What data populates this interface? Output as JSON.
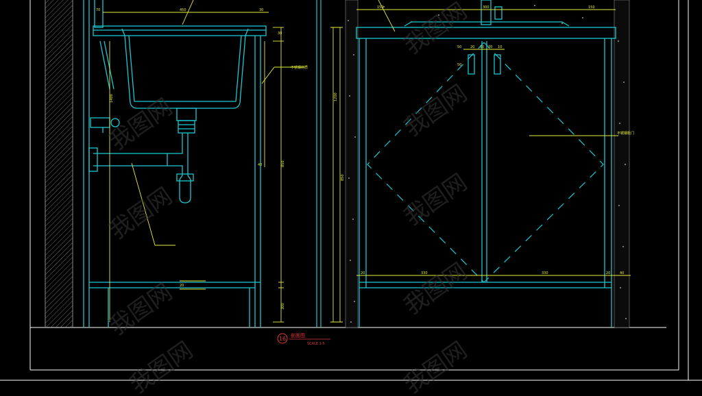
{
  "drawing": {
    "colors": {
      "background": "#000000",
      "object_line": "#19c9d4",
      "dimension_line": "#e9ee3a",
      "frame": "#ffffff",
      "title_red": "#e23a3a",
      "wall_hatch": "#8a8a8a"
    },
    "left_view": {
      "dims": {
        "sink_width": "450",
        "faucet_offset": "70",
        "top_right_a": "30",
        "top_right_b": "30",
        "plumbing_height": "1400",
        "panel_gap": "40",
        "cabinet_height": "850",
        "shelf_gap": "20",
        "leg_height": "300"
      },
      "leader_callout": "不锈钢材质"
    },
    "right_view": {
      "dims": {
        "top_left": "150",
        "top_center": "300",
        "top_right": "150",
        "handle_a": "50",
        "handle_b": "20",
        "handle_c": "10",
        "handle_d": "20",
        "handle_e": "10",
        "handle_len": "50",
        "overall_height": "1200",
        "left_height": "850",
        "door_left": "330",
        "door_right": "330",
        "side_left": "20",
        "side_right": "20",
        "corner_right": "40"
      },
      "door_callout": "不锈钢柜门"
    },
    "title": {
      "number": "16",
      "name": "剖面图",
      "scale": "SCALE 1:5"
    },
    "watermark": "我图网"
  }
}
